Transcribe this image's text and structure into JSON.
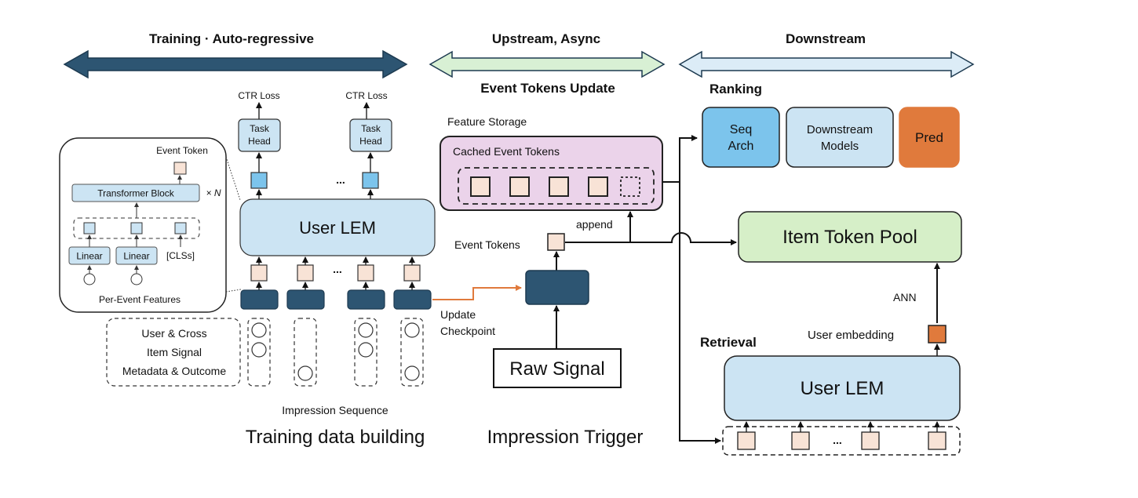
{
  "phases": {
    "training": "Training · Auto-regressive",
    "upstream": "Upstream, Async",
    "downstream": "Downstream"
  },
  "colors": {
    "dark_blue": "#2d5572",
    "light_blue": "#cce4f3",
    "seq_arch_blue": "#7cc4ec",
    "token_peach": "#f8e3d6",
    "pink": "#ebd3ea",
    "green": "#d6efc8",
    "orange": "#e07a3c",
    "upstream_arrow": "#d8f0d4",
    "downstream_arrow": "#dcecf7"
  },
  "training": {
    "ctr_loss_1": "CTR Loss",
    "ctr_loss_2": "CTR Loss",
    "task_head_1": [
      "Task",
      "Head"
    ],
    "task_head_2": [
      "Task",
      "Head"
    ],
    "user_lem": "User LEM",
    "ellipsis_top": "...",
    "ellipsis_bottom": "...",
    "inset": {
      "event_token": "Event Token",
      "transformer_block": "Transformer Block",
      "times_n": "× N",
      "linear_1": "Linear",
      "linear_2": "Linear",
      "cls": "[CLSs]",
      "per_event_features": "Per-Event Features"
    },
    "legend": [
      "User & Cross",
      "Item Signal",
      "Metadata & Outcome"
    ],
    "impression_sequence": "Impression Sequence",
    "caption": "Training data building",
    "update_checkpoint": [
      "Update",
      "Checkpoint"
    ]
  },
  "upstream": {
    "title": "Event Tokens Update",
    "feature_storage": "Feature Storage",
    "cached_event_tokens": "Cached Event Tokens",
    "append": "append",
    "event_tokens": "Event Tokens",
    "raw_signal": "Raw Signal",
    "caption": "Impression Trigger"
  },
  "downstream": {
    "ranking": "Ranking",
    "seq_arch": [
      "Seq",
      "Arch"
    ],
    "downstream_models": [
      "Downstream",
      "Models"
    ],
    "pred": "Pred",
    "item_token_pool": "Item Token Pool",
    "ann": "ANN",
    "user_embedding": "User embedding",
    "retrieval": "Retrieval",
    "user_lem": "User LEM",
    "ellipsis": "..."
  }
}
